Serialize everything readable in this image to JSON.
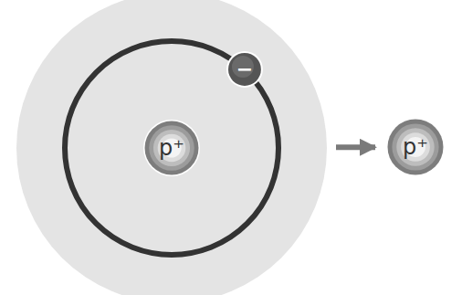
{
  "diagram": {
    "nodes": [
      {
        "text": []
      },
      {
        "text": [
          "p⁺"
        ],
        "in": 0
      },
      {
        "text": [
          "−"
        ],
        "in": 0
      },
      {
        "text": [
          "p⁺"
        ]
      }
    ],
    "edges": [
      {
        "from": 0,
        "to": 3,
        "arrow": "to"
      }
    ]
  }
}
